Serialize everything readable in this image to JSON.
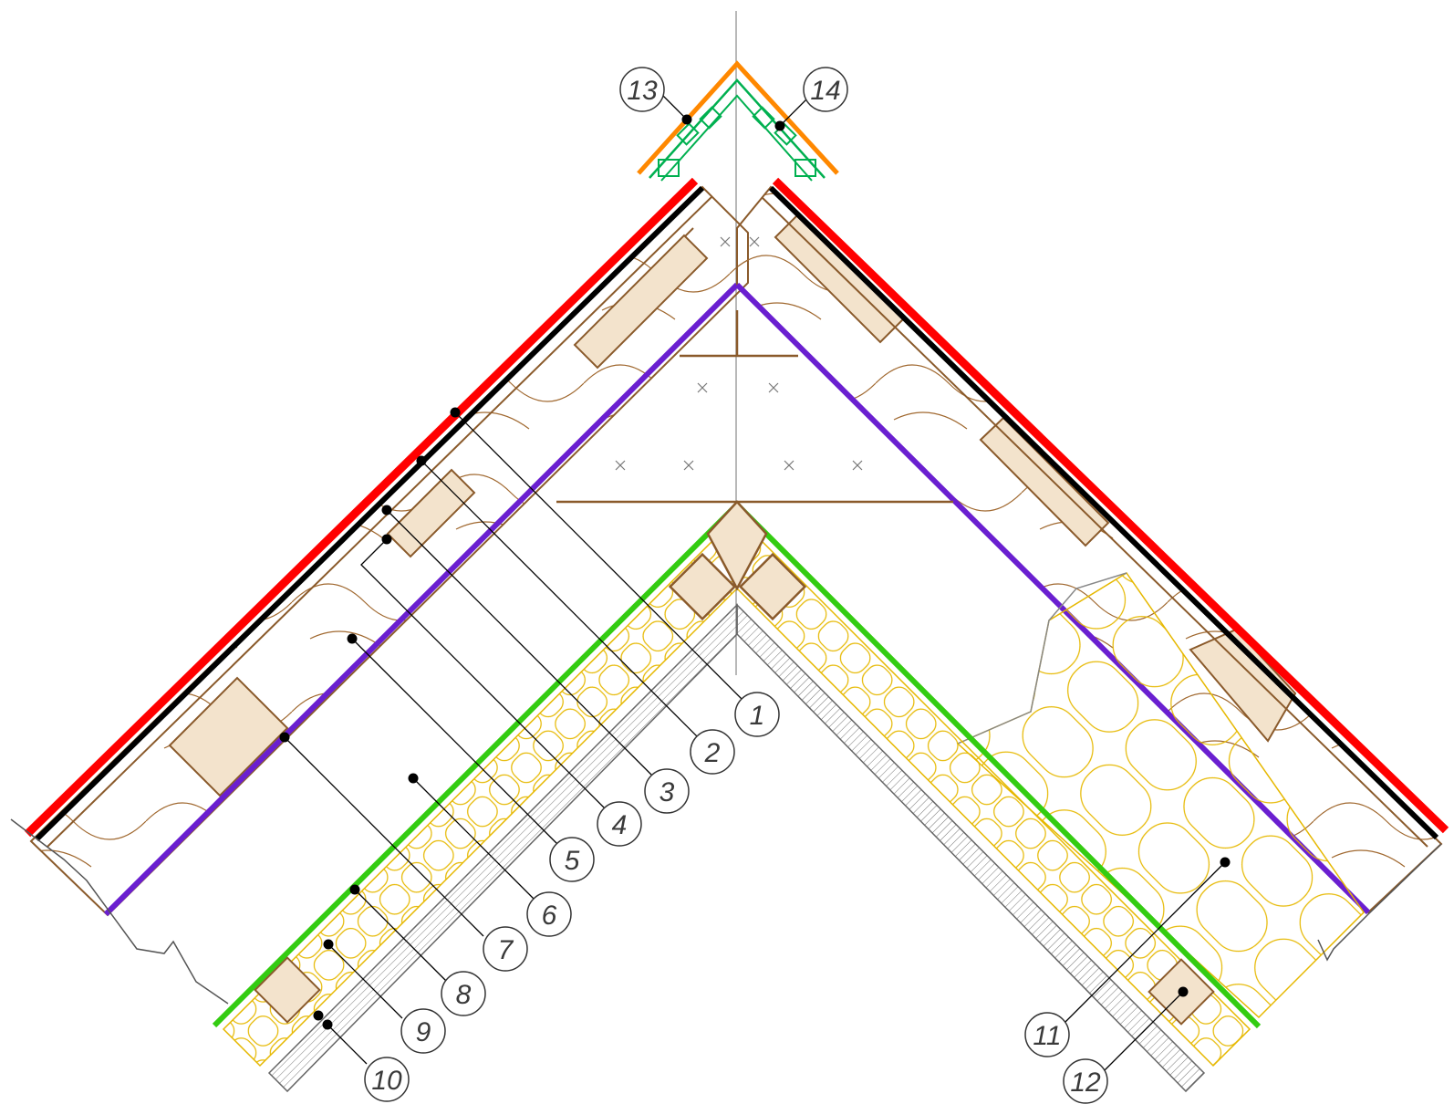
{
  "diagram": {
    "callouts": [
      {
        "id": "1",
        "label": "1"
      },
      {
        "id": "2",
        "label": "2"
      },
      {
        "id": "3",
        "label": "3"
      },
      {
        "id": "4",
        "label": "4"
      },
      {
        "id": "5",
        "label": "5"
      },
      {
        "id": "6",
        "label": "6"
      },
      {
        "id": "7",
        "label": "7"
      },
      {
        "id": "8",
        "label": "8"
      },
      {
        "id": "9",
        "label": "9"
      },
      {
        "id": "10",
        "label": "10"
      },
      {
        "id": "11",
        "label": "11"
      },
      {
        "id": "12",
        "label": "12"
      },
      {
        "id": "13",
        "label": "13"
      },
      {
        "id": "14",
        "label": "14"
      }
    ],
    "colors": {
      "wood": "#8a5a2b",
      "wood_fill": "#f3e3cc",
      "roof_red": "#ff0000",
      "roof_black": "#000000",
      "membrane_purple": "#6a1fd0",
      "vapour_green": "#33cc11",
      "insulation": "#ffcc00",
      "ridge_orange": "#ff8800",
      "ridge_green": "#00b050",
      "axis": "#888888",
      "leader": "#000000"
    }
  }
}
